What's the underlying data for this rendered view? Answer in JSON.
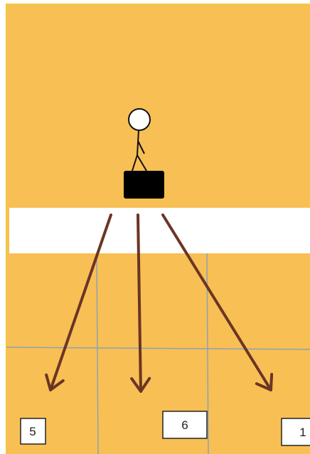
{
  "colors": {
    "court": "#F8BF54",
    "court_border": "#F3C740",
    "net_band": "#FFFFFF",
    "grid_lines": "#8AA3B5",
    "arrows": "#6B3525",
    "person": "#111111",
    "platform": "#000000",
    "label_box_fill": "#FFFFFF",
    "label_box_stroke": "#222222"
  },
  "figure": {
    "icon": "stick-figure-person-icon",
    "platform_icon": "black-platform-box"
  },
  "zone_labels": [
    {
      "id": "left",
      "text": "5"
    },
    {
      "id": "middle",
      "text": "6"
    },
    {
      "id": "right",
      "text": "1"
    }
  ],
  "arrows": [
    {
      "id": "left",
      "target_zone": "5"
    },
    {
      "id": "middle",
      "target_zone": "6"
    },
    {
      "id": "right",
      "target_zone": "1"
    }
  ]
}
